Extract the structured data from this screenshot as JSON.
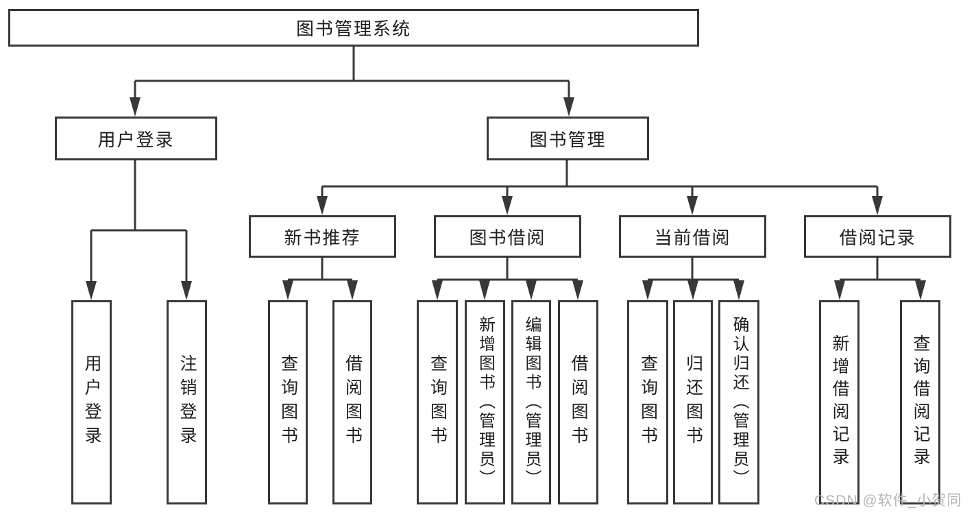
{
  "nodes": {
    "root": "图书管理系统",
    "user_login": "用户登录",
    "book_mgmt": "图书管理",
    "new_book": "新书推荐",
    "book_borrow": "图书借阅",
    "current_borrow": "当前借阅",
    "borrow_record": "借阅记录"
  },
  "leaves": {
    "login": [
      "用户登录",
      "注销登录"
    ],
    "recommend": [
      "查询图书",
      "借阅图书"
    ],
    "borrow": [
      "查询图书",
      "新增图书（管理员）",
      "编辑图书（管理员）",
      "借阅图书"
    ],
    "current": [
      "查询图书",
      "归还图书",
      "确认归还（管理员）"
    ],
    "records": [
      "新增借阅记录",
      "查询借阅记录"
    ]
  },
  "watermark": "CSDN @软件_小贺同学",
  "colors": {
    "line": "#383838",
    "text": "#1e1e1e",
    "watermark": "#b5b5b5",
    "background": "#ffffff"
  }
}
